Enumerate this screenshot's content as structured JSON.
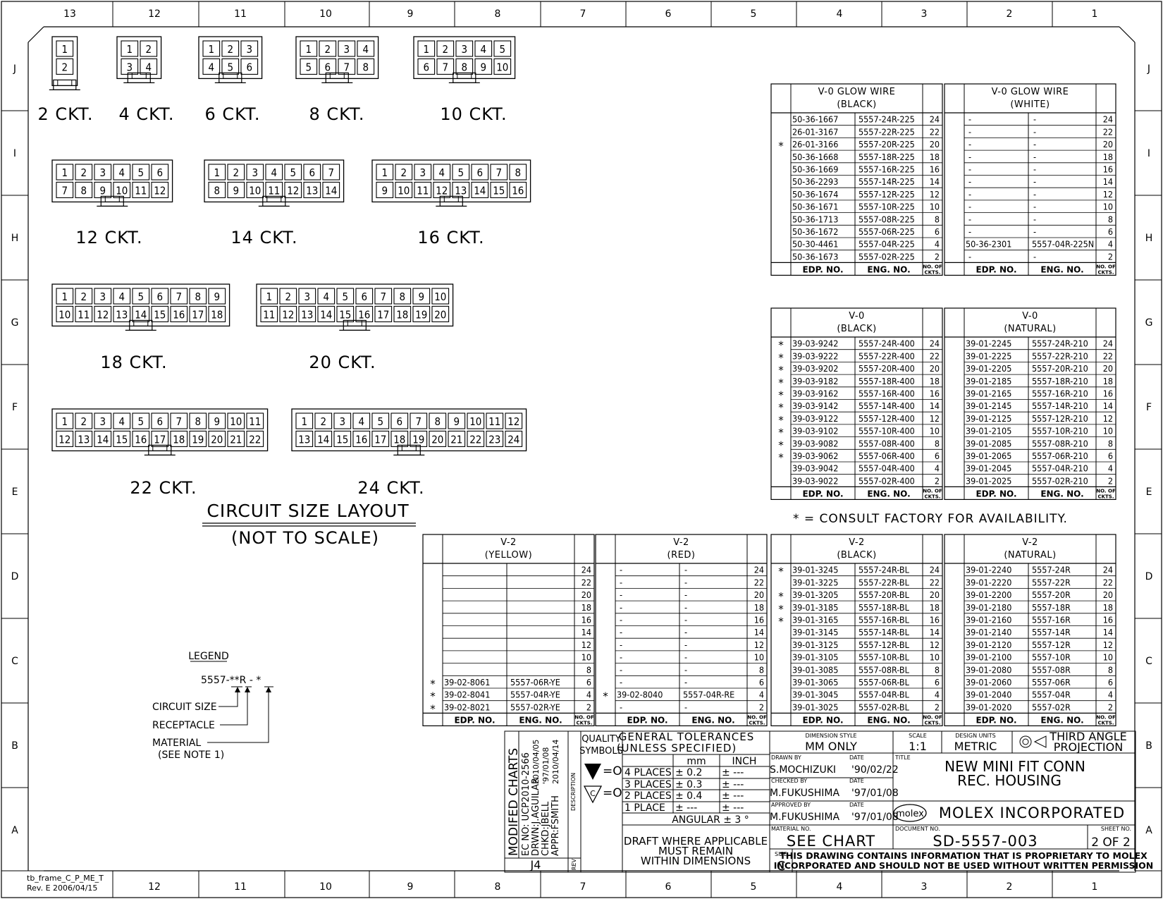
{
  "frame": {
    "top_cols": [
      "13",
      "12",
      "11",
      "10",
      "9",
      "8",
      "7",
      "6",
      "5",
      "4",
      "3",
      "2",
      "1"
    ],
    "bottom_cols": [
      "12",
      "11",
      "10",
      "9",
      "8",
      "7",
      "6",
      "5",
      "4",
      "3",
      "2",
      "1"
    ],
    "rows": [
      "J",
      "I",
      "H",
      "G",
      "F",
      "E",
      "D",
      "C",
      "B",
      "A"
    ],
    "frame_id": "tb_frame_C_P_ME_T",
    "frame_rev": "Rev. E 2006/04/15"
  },
  "connectors": [
    {
      "label": "2 CKT.",
      "cols": 1,
      "top": [
        "1"
      ],
      "bottom": [
        "2"
      ],
      "stacked": true
    },
    {
      "label": "4 CKT.",
      "cols": 2,
      "top": [
        "1",
        "2"
      ],
      "bottom": [
        "3",
        "4"
      ]
    },
    {
      "label": "6 CKT.",
      "cols": 3,
      "top": [
        "1",
        "2",
        "3"
      ],
      "bottom": [
        "4",
        "5",
        "6"
      ]
    },
    {
      "label": "8 CKT.",
      "cols": 4,
      "top": [
        "1",
        "2",
        "3",
        "4"
      ],
      "bottom": [
        "5",
        "6",
        "7",
        "8"
      ]
    },
    {
      "label": "10 CKT.",
      "cols": 5,
      "top": [
        "1",
        "2",
        "3",
        "4",
        "5"
      ],
      "bottom": [
        "6",
        "7",
        "8",
        "9",
        "10"
      ]
    },
    {
      "label": "12 CKT.",
      "cols": 6,
      "top": [
        "1",
        "2",
        "3",
        "4",
        "5",
        "6"
      ],
      "bottom": [
        "7",
        "8",
        "9",
        "10",
        "11",
        "12"
      ]
    },
    {
      "label": "14 CKT.",
      "cols": 7,
      "top": [
        "1",
        "2",
        "3",
        "4",
        "5",
        "6",
        "7"
      ],
      "bottom": [
        "8",
        "9",
        "10",
        "11",
        "12",
        "13",
        "14"
      ]
    },
    {
      "label": "16 CKT.",
      "cols": 8,
      "top": [
        "1",
        "2",
        "3",
        "4",
        "5",
        "6",
        "7",
        "8"
      ],
      "bottom": [
        "9",
        "10",
        "11",
        "12",
        "13",
        "14",
        "15",
        "16"
      ]
    },
    {
      "label": "18 CKT.",
      "cols": 9,
      "top": [
        "1",
        "2",
        "3",
        "4",
        "5",
        "6",
        "7",
        "8",
        "9"
      ],
      "bottom": [
        "10",
        "11",
        "12",
        "13",
        "14",
        "15",
        "16",
        "17",
        "18"
      ]
    },
    {
      "label": "20 CKT.",
      "cols": 10,
      "top": [
        "1",
        "2",
        "3",
        "4",
        "5",
        "6",
        "7",
        "8",
        "9",
        "10"
      ],
      "bottom": [
        "11",
        "12",
        "13",
        "14",
        "15",
        "16",
        "17",
        "18",
        "19",
        "20"
      ]
    },
    {
      "label": "22 CKT.",
      "cols": 11,
      "top": [
        "1",
        "2",
        "3",
        "4",
        "5",
        "6",
        "7",
        "8",
        "9",
        "10",
        "11"
      ],
      "bottom": [
        "12",
        "13",
        "14",
        "15",
        "16",
        "17",
        "18",
        "19",
        "20",
        "21",
        "22"
      ]
    },
    {
      "label": "24 CKT.",
      "cols": 12,
      "top": [
        "1",
        "2",
        "3",
        "4",
        "5",
        "6",
        "7",
        "8",
        "9",
        "10",
        "11",
        "12"
      ],
      "bottom": [
        "13",
        "14",
        "15",
        "16",
        "17",
        "18",
        "19",
        "20",
        "21",
        "22",
        "23",
        "24"
      ]
    }
  ],
  "layout_title": "CIRCUIT SIZE LAYOUT",
  "layout_subtitle": "(NOT TO SCALE)",
  "legend": {
    "title": "LEGEND",
    "part": "5557-**R - *",
    "circuit_size": "CIRCUIT SIZE",
    "receptacle": "RECEPTACLE",
    "material": "MATERIAL",
    "material_note": "(SEE NOTE 1)"
  },
  "col_headers": {
    "edp": "EDP. NO.",
    "eng": "ENG. NO.",
    "ckts1": "NO. OF",
    "ckts2": "CKTS."
  },
  "tables": [
    {
      "id": "t1",
      "h1": "V-0  GLOW WIRE",
      "h2": "(BLACK)",
      "rows": [
        [
          "",
          "50-36-1667",
          "5557-24R-225",
          "24"
        ],
        [
          "",
          "26-01-3167",
          "5557-22R-225",
          "22"
        ],
        [
          "*",
          "26-01-3166",
          "5557-20R-225",
          "20"
        ],
        [
          "",
          "50-36-1668",
          "5557-18R-225",
          "18"
        ],
        [
          "",
          "50-36-1669",
          "5557-16R-225",
          "16"
        ],
        [
          "",
          "50-36-2293",
          "5557-14R-225",
          "14"
        ],
        [
          "",
          "50-36-1674",
          "5557-12R-225",
          "12"
        ],
        [
          "",
          "50-36-1671",
          "5557-10R-225",
          "10"
        ],
        [
          "",
          "50-36-1713",
          "5557-08R-225",
          "8"
        ],
        [
          "",
          "50-36-1672",
          "5557-06R-225",
          "6"
        ],
        [
          "",
          "50-30-4461",
          "5557-04R-225",
          "4"
        ],
        [
          "",
          "50-36-1673",
          "5557-02R-225",
          "2"
        ]
      ]
    },
    {
      "id": "t2",
      "h1": "V-0  GLOW WIRE",
      "h2": "(WHITE)",
      "rows": [
        [
          "",
          "-",
          "-",
          "24"
        ],
        [
          "",
          "-",
          "-",
          "22"
        ],
        [
          "",
          "-",
          "-",
          "20"
        ],
        [
          "",
          "-",
          "-",
          "18"
        ],
        [
          "",
          "-",
          "-",
          "16"
        ],
        [
          "",
          "-",
          "-",
          "14"
        ],
        [
          "",
          "-",
          "-",
          "12"
        ],
        [
          "",
          "-",
          "-",
          "10"
        ],
        [
          "",
          "-",
          "-",
          "8"
        ],
        [
          "",
          "-",
          "-",
          "6"
        ],
        [
          "",
          "50-36-2301",
          "5557-04R-225N",
          "4"
        ],
        [
          "",
          "-",
          "-",
          "2"
        ]
      ]
    },
    {
      "id": "t3",
      "h1": "V-0",
      "h2": "(BLACK)",
      "rows": [
        [
          "*",
          "39-03-9242",
          "5557-24R-400",
          "24"
        ],
        [
          "*",
          "39-03-9222",
          "5557-22R-400",
          "22"
        ],
        [
          "*",
          "39-03-9202",
          "5557-20R-400",
          "20"
        ],
        [
          "*",
          "39-03-9182",
          "5557-18R-400",
          "18"
        ],
        [
          "*",
          "39-03-9162",
          "5557-16R-400",
          "16"
        ],
        [
          "*",
          "39-03-9142",
          "5557-14R-400",
          "14"
        ],
        [
          "*",
          "39-03-9122",
          "5557-12R-400",
          "12"
        ],
        [
          "*",
          "39-03-9102",
          "5557-10R-400",
          "10"
        ],
        [
          "*",
          "39-03-9082",
          "5557-08R-400",
          "8"
        ],
        [
          "*",
          "39-03-9062",
          "5557-06R-400",
          "6"
        ],
        [
          "",
          "39-03-9042",
          "5557-04R-400",
          "4"
        ],
        [
          "",
          "39-03-9022",
          "5557-02R-400",
          "2"
        ]
      ]
    },
    {
      "id": "t4",
      "h1": "V-0",
      "h2": "(NATURAL)",
      "rows": [
        [
          "",
          "39-01-2245",
          "5557-24R-210",
          "24"
        ],
        [
          "",
          "39-01-2225",
          "5557-22R-210",
          "22"
        ],
        [
          "",
          "39-01-2205",
          "5557-20R-210",
          "20"
        ],
        [
          "",
          "39-01-2185",
          "5557-18R-210",
          "18"
        ],
        [
          "",
          "39-01-2165",
          "5557-16R-210",
          "16"
        ],
        [
          "",
          "39-01-2145",
          "5557-14R-210",
          "14"
        ],
        [
          "",
          "39-01-2125",
          "5557-12R-210",
          "12"
        ],
        [
          "",
          "39-01-2105",
          "5557-10R-210",
          "10"
        ],
        [
          "",
          "39-01-2085",
          "5557-08R-210",
          "8"
        ],
        [
          "",
          "39-01-2065",
          "5557-06R-210",
          "6"
        ],
        [
          "",
          "39-01-2045",
          "5557-04R-210",
          "4"
        ],
        [
          "",
          "39-01-2025",
          "5557-02R-210",
          "2"
        ]
      ]
    },
    {
      "id": "t5",
      "h1": "V-2",
      "h2": "(YELLOW)",
      "rows": [
        [
          "",
          "",
          "",
          "24"
        ],
        [
          "",
          "",
          "",
          "22"
        ],
        [
          "",
          "",
          "",
          "20"
        ],
        [
          "",
          "",
          "",
          "18"
        ],
        [
          "",
          "",
          "",
          "16"
        ],
        [
          "",
          "",
          "",
          "14"
        ],
        [
          "",
          "",
          "",
          "12"
        ],
        [
          "",
          "",
          "",
          "10"
        ],
        [
          "",
          "",
          "",
          "8"
        ],
        [
          "*",
          "39-02-8061",
          "5557-06R-YE",
          "6"
        ],
        [
          "*",
          "39-02-8041",
          "5557-04R-YE",
          "4"
        ],
        [
          "*",
          "39-02-8021",
          "5557-02R-YE",
          "2"
        ]
      ]
    },
    {
      "id": "t6",
      "h1": "V-2",
      "h2": "(RED)",
      "rows": [
        [
          "",
          "-",
          "-",
          "24"
        ],
        [
          "",
          "-",
          "-",
          "22"
        ],
        [
          "",
          "-",
          "-",
          "20"
        ],
        [
          "",
          "-",
          "-",
          "18"
        ],
        [
          "",
          "-",
          "-",
          "16"
        ],
        [
          "",
          "-",
          "-",
          "14"
        ],
        [
          "",
          "-",
          "-",
          "12"
        ],
        [
          "",
          "-",
          "-",
          "10"
        ],
        [
          "",
          "-",
          "-",
          "8"
        ],
        [
          "",
          "-",
          "-",
          "6"
        ],
        [
          "*",
          "39-02-8040",
          "5557-04R-RE",
          "4"
        ],
        [
          "",
          "-",
          "-",
          "2"
        ]
      ]
    },
    {
      "id": "t7",
      "h1": "V-2",
      "h2": "(BLACK)",
      "rows": [
        [
          "*",
          "39-01-3245",
          "5557-24R-BL",
          "24"
        ],
        [
          "",
          "39-01-3225",
          "5557-22R-BL",
          "22"
        ],
        [
          "*",
          "39-01-3205",
          "5557-20R-BL",
          "20"
        ],
        [
          "*",
          "39-01-3185",
          "5557-18R-BL",
          "18"
        ],
        [
          "*",
          "39-01-3165",
          "5557-16R-BL",
          "16"
        ],
        [
          "",
          "39-01-3145",
          "5557-14R-BL",
          "14"
        ],
        [
          "",
          "39-01-3125",
          "5557-12R-BL",
          "12"
        ],
        [
          "",
          "39-01-3105",
          "5557-10R-BL",
          "10"
        ],
        [
          "",
          "39-01-3085",
          "5557-08R-BL",
          "8"
        ],
        [
          "",
          "39-01-3065",
          "5557-06R-BL",
          "6"
        ],
        [
          "",
          "39-01-3045",
          "5557-04R-BL",
          "4"
        ],
        [
          "",
          "39-01-3025",
          "5557-02R-BL",
          "2"
        ]
      ]
    },
    {
      "id": "t8",
      "h1": "V-2",
      "h2": "(NATURAL)",
      "rows": [
        [
          "",
          "39-01-2240",
          "5557-24R",
          "24"
        ],
        [
          "",
          "39-01-2220",
          "5557-22R",
          "22"
        ],
        [
          "",
          "39-01-2200",
          "5557-20R",
          "20"
        ],
        [
          "",
          "39-01-2180",
          "5557-18R",
          "18"
        ],
        [
          "",
          "39-01-2160",
          "5557-16R",
          "16"
        ],
        [
          "",
          "39-01-2140",
          "5557-14R",
          "14"
        ],
        [
          "",
          "39-01-2120",
          "5557-12R",
          "12"
        ],
        [
          "",
          "39-01-2100",
          "5557-10R",
          "10"
        ],
        [
          "",
          "39-01-2080",
          "5557-08R",
          "8"
        ],
        [
          "",
          "39-01-2060",
          "5557-06R",
          "6"
        ],
        [
          "",
          "39-01-2040",
          "5557-04R",
          "4"
        ],
        [
          "",
          "39-01-2020",
          "5557-02R",
          "2"
        ]
      ]
    }
  ],
  "consult_note": "* = CONSULT FACTORY FOR AVAILABILITY.",
  "revision": {
    "description": "MODIFED CHARTS",
    "ec_no": "EC NO: UCP2010-2566",
    "drwn": "DRWN:J.AGUILAR",
    "drwn_date": "2010/04/05",
    "chkd": "CHKD:JBELL",
    "chkd_date": "'97/01/08",
    "appr": "APPR:FSMITH",
    "appr_date": "2010/04/14",
    "desc_label": "DESCRIPTION",
    "rev": "J4",
    "rev_label": "REV"
  },
  "quality": {
    "label1": "QUALITY",
    "label2": "SYMBOLS",
    "sym1": "=O",
    "sym2": "=O",
    "sym2_letter": "C"
  },
  "tolerances": {
    "title1": "GENERAL TOLERANCES",
    "title2": "(UNLESS SPECIFIED)",
    "mm": "mm",
    "inch": "INCH",
    "rows": [
      {
        "label": "4 PLACES",
        "mm": "± 0.2",
        "inch": "± ---"
      },
      {
        "label": "3 PLACES",
        "mm": "± 0.3",
        "inch": "± ---"
      },
      {
        "label": "2 PLACES",
        "mm": "± 0.4",
        "inch": "± ---"
      },
      {
        "label": "1 PLACE",
        "mm": "± ---",
        "inch": "± ---"
      }
    ],
    "angular": "ANGULAR ± 3 °",
    "draft1": "DRAFT WHERE APPLICABLE",
    "draft2": "MUST REMAIN",
    "draft3": "WITHIN DIMENSIONS"
  },
  "titleblock": {
    "dim_style_label": "DIMENSION STYLE",
    "dim_style": "MM ONLY",
    "scale_label": "SCALE",
    "scale": "1:1",
    "units_label": "DESIGN UNITS",
    "units": "METRIC",
    "projection1": "THIRD ANGLE",
    "projection2": "PROJECTION",
    "drawn_label": "DRAWN BY",
    "drawn_by": "S.MOCHIZUKI",
    "drawn_date": "'90/02/22",
    "checked_label": "CHECKED BY",
    "checked_by": "M.FUKUSHIMA",
    "checked_date": "'97/01/08",
    "approved_label": "APPROVED BY",
    "approved_by": "M.FUKUSHIMA",
    "approved_date": "'97/01/08",
    "date_label": "DATE",
    "title_label": "TITLE",
    "title1": "NEW MINI FIT CONN",
    "title2": "REC. HOUSING",
    "logo": "molex",
    "company": "MOLEX INCORPORATED",
    "material_label": "MATERIAL NO.",
    "material": "SEE CHART",
    "doc_label": "DOCUMENT NO.",
    "doc_no": "SD-5557-003",
    "sheet_label": "SHEET NO.",
    "sheet": "2 OF 2",
    "size_label": "SIZE",
    "size": "C",
    "proprietary1": "THIS DRAWING CONTAINS INFORMATION THAT IS PROPRIETARY TO MOLEX",
    "proprietary2": "INCORPORATED AND SHOULD NOT BE USED WITHOUT WRITTEN PERMISSION"
  }
}
